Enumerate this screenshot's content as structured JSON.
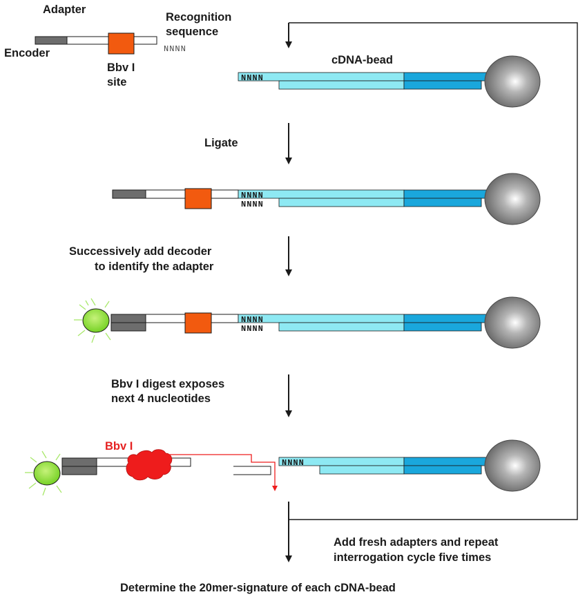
{
  "labels": {
    "adapter": "Adapter",
    "encoder": "Encoder",
    "bbv_site_line1": "Bbv I",
    "bbv_site_line2": "site",
    "recognition_line1": "Recognition",
    "recognition_line2": "sequence",
    "cdna_bead": "cDNA-bead",
    "nnnn": "NNNN",
    "ligate": "Ligate",
    "decoder_line1": "Successively add decoder",
    "decoder_line2": "to identify the adapter",
    "digest_line1": "Bbv I digest exposes",
    "digest_line2": "next 4 nucleotides",
    "bbv_enzyme": "Bbv I",
    "repeat_line1": "Add fresh adapters and repeat",
    "repeat_line2": "interrogation cycle five times",
    "final": "Determine the 20mer-signature of each cDNA-bead"
  },
  "colors": {
    "encoder": "#6d6d6d",
    "bbv_site": "#f25a0f",
    "cdna_light": "#8ee9f3",
    "cdna_dark": "#1aa7dc",
    "bead": "#8a8a8a",
    "decoder": "#8de02a",
    "enzyme": "#ee1c1c",
    "text": "#1a1a1a"
  }
}
